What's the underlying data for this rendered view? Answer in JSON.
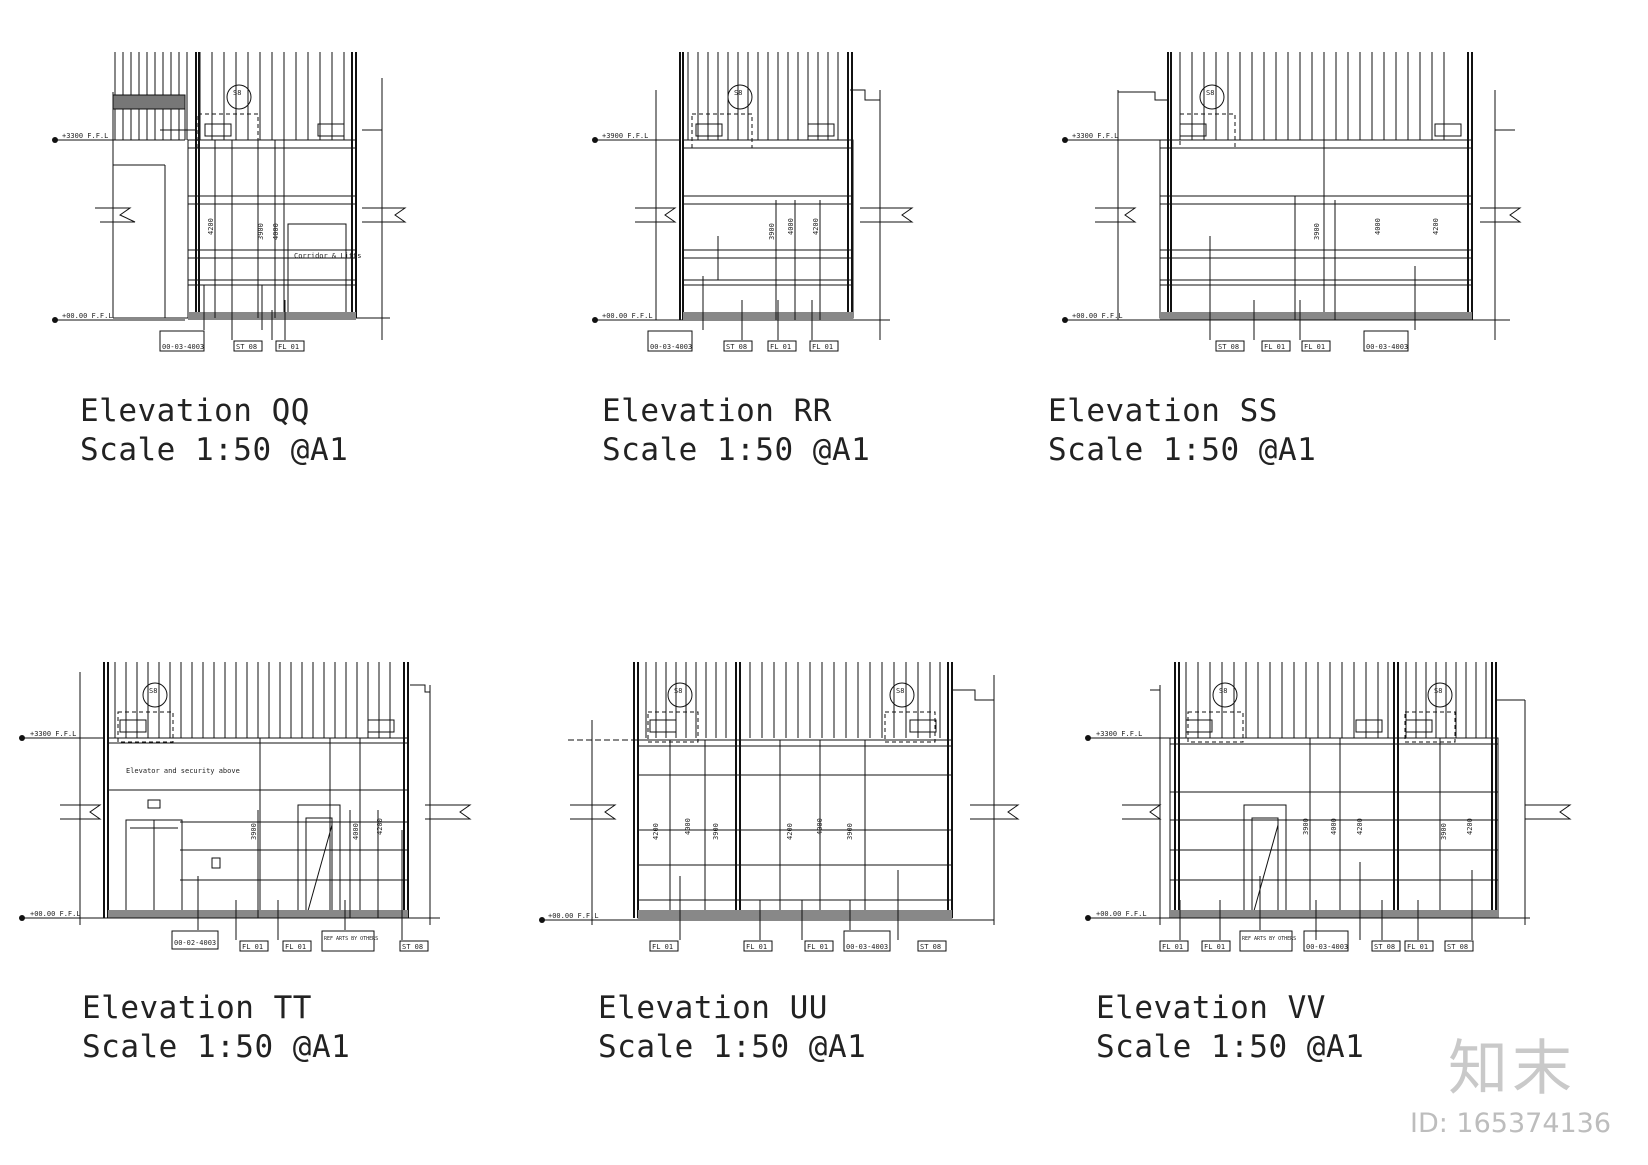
{
  "drawings": [
    {
      "id": "qq",
      "title": "Elevation QQ",
      "scale": "Scale  1:50 @A1",
      "levels": [
        "+3300 F.F.L",
        "+00.00 F.F.L"
      ],
      "dimensions": [
        "4200",
        "3900",
        "4000"
      ],
      "tags": [
        "00-03-4003",
        "ST 08",
        "FL 01"
      ],
      "annotation": "Corridor & Lifts",
      "ref": "S8"
    },
    {
      "id": "rr",
      "title": "Elevation RR",
      "scale": "Scale  1:50 @A1",
      "levels": [
        "+3900 F.F.L",
        "+00.00 F.F.L"
      ],
      "dimensions": [
        "3900",
        "4000",
        "4200"
      ],
      "tags": [
        "00-03-4003",
        "ST 08",
        "FL 01",
        "FL 01"
      ],
      "ref": "S8"
    },
    {
      "id": "ss",
      "title": "Elevation SS",
      "scale": "Scale  1:50 @A1",
      "levels": [
        "+3300 F.F.L",
        "+00.00 F.F.L"
      ],
      "dimensions": [
        "3900",
        "4000",
        "4200"
      ],
      "tags": [
        "ST 08",
        "FL 01",
        "FL 01",
        "00-03-4003"
      ],
      "ref": "S8"
    },
    {
      "id": "tt",
      "title": "Elevation TT",
      "scale": "Scale  1:50 @A1",
      "levels": [
        "+3300 F.F.L",
        "+00.00 F.F.L"
      ],
      "dimensions": [
        "3900",
        "4000",
        "4200"
      ],
      "tags": [
        "00-02-4003",
        "FL 01",
        "FL 01",
        "REF ARTS BY OTHERS",
        "ST 08"
      ],
      "annotation": "Elevator and security above",
      "ref": "S8"
    },
    {
      "id": "uu",
      "title": "Elevation UU",
      "scale": "Scale  1:50 @A1",
      "levels": [
        "+00.00 F.F.L"
      ],
      "dimensions": [
        "4200",
        "4000",
        "3900",
        "4200",
        "4000",
        "3900"
      ],
      "tags": [
        "FL 01",
        "FL 01",
        "FL 01",
        "00-03-4003",
        "ST 08"
      ],
      "ref": "S8"
    },
    {
      "id": "vv",
      "title": "Elevation VV",
      "scale": "Scale  1:50 @A1",
      "levels": [
        "+3300 F.F.L",
        "+00.00 F.F.L"
      ],
      "dimensions": [
        "3900",
        "4000",
        "4200",
        "3900",
        "4200"
      ],
      "tags": [
        "FL 01",
        "FL 01",
        "REF ARTS BY OTHERS",
        "00-03-4003",
        "ST 08",
        "FL 01",
        "ST 08"
      ],
      "ref": "S8"
    }
  ],
  "watermark": {
    "logo": "知末",
    "id": "ID: 165374136"
  }
}
